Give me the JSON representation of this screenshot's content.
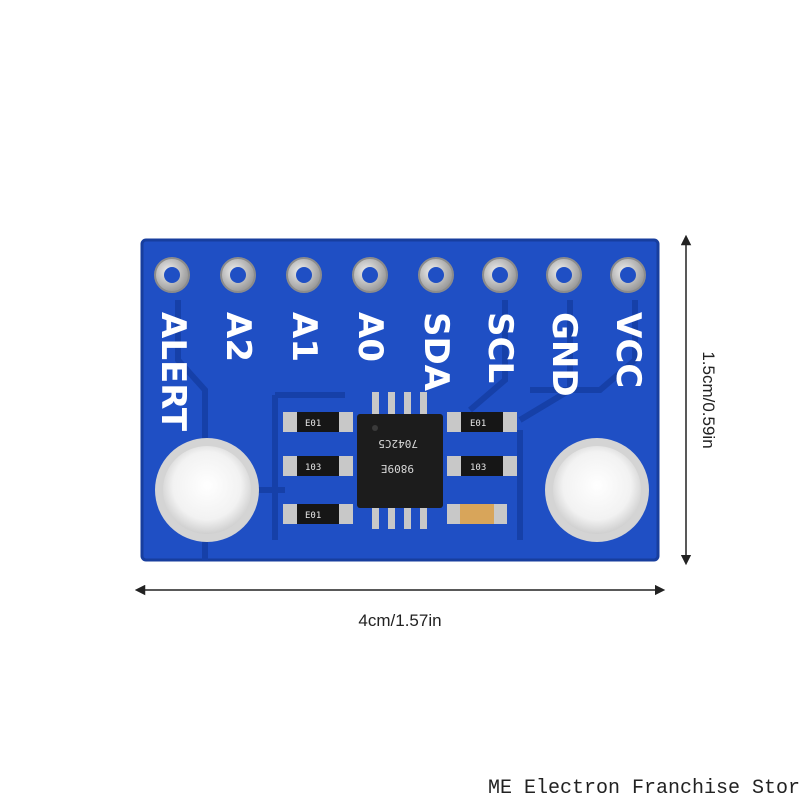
{
  "product": {
    "pins": [
      "ALERT",
      "A2",
      "A1",
      "A0",
      "SDA",
      "SCL",
      "GND",
      "VCC"
    ],
    "chip_marking": [
      "7042C5",
      "9809E"
    ],
    "resistor_labels": [
      "E01",
      "103",
      "E01",
      "E01",
      "103"
    ]
  },
  "dimensions": {
    "width_label": "4cm/1.57in",
    "height_label": "1.5cm/0.59in"
  },
  "watermark": "ME Electron Franchise Stor",
  "colors": {
    "board": "#1f4fc4",
    "trace": "#1640a8",
    "silk": "#ffffff",
    "pad": "#c9c9c9"
  }
}
